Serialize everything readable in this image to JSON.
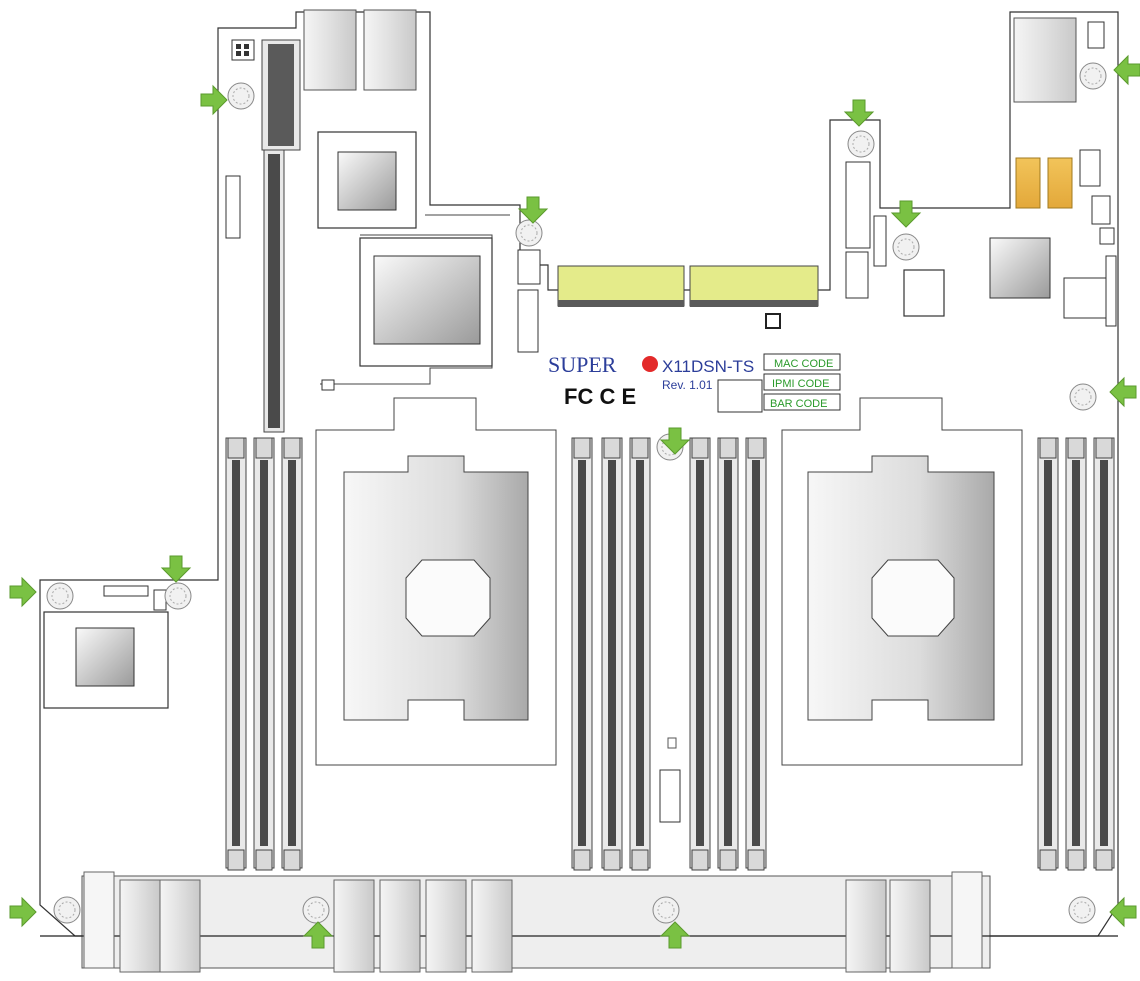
{
  "board": {
    "brand": "SUPER",
    "model": "X11DSN-TS",
    "revision": "Rev. 1.01",
    "certifications": "FC C E",
    "labels": {
      "mac_code": "MAC CODE",
      "ipmi_code": "IPMI CODE",
      "bar_code": "BAR CODE"
    },
    "accent_color": "#e32a2a",
    "arrow_color": "#7ac143"
  }
}
